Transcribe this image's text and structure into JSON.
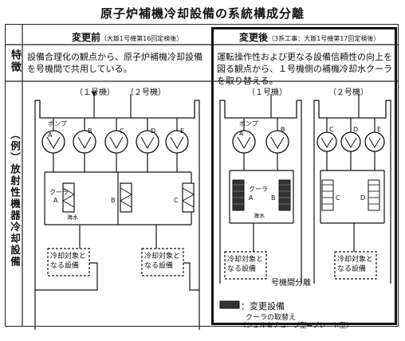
{
  "title": "原子炉補機冷却設備の系統構成分離",
  "header": {
    "before_label": "変更前",
    "before_note": "（大飯1号機第16回定検後）",
    "after_label": "変更後",
    "after_note": "（3系工事：大飯1号機第17回定検後）"
  },
  "rows": {
    "feature_label": "特徴",
    "example_label": "（例）放射性機器冷却設備"
  },
  "before": {
    "description": "設備合理化の観点から、原子炉補機冷却設備を号機間で共用している。",
    "unit1": "（１号機）",
    "unit2": "（２号機）",
    "pump_label": "ポンプ",
    "pumps": [
      "A",
      "B",
      "C",
      "D",
      "E"
    ],
    "cooler_label": "クーラ",
    "coolers": [
      "A",
      "B",
      "C"
    ],
    "seawater": "海水",
    "target1": "冷却対象となる設備",
    "target2": "冷却対象となる設備"
  },
  "after": {
    "description": "運転操作性および更なる設備信頼性の向上を図る観点から、１号機側の補機冷却水クーラを取り替える。",
    "unit1": "（１号機）",
    "unit2": "（２号機）",
    "pump_label": "ポンプ",
    "pumps1": [
      "A",
      "B"
    ],
    "pumps2": [
      "C",
      "D",
      "E"
    ],
    "cooler_label": "クーラ",
    "coolers1": [
      "A",
      "B"
    ],
    "coolers2": [
      "C",
      "D"
    ],
    "seawater": "海水",
    "target1": "冷却対象となる設備",
    "target2": "冷却対象となる設備",
    "separation": "号機間分離",
    "legend_label": "：変更設備",
    "legend_note1": "クーラの取替え",
    "legend_note2": "（シェル＆チューブ型→プレート型）"
  }
}
